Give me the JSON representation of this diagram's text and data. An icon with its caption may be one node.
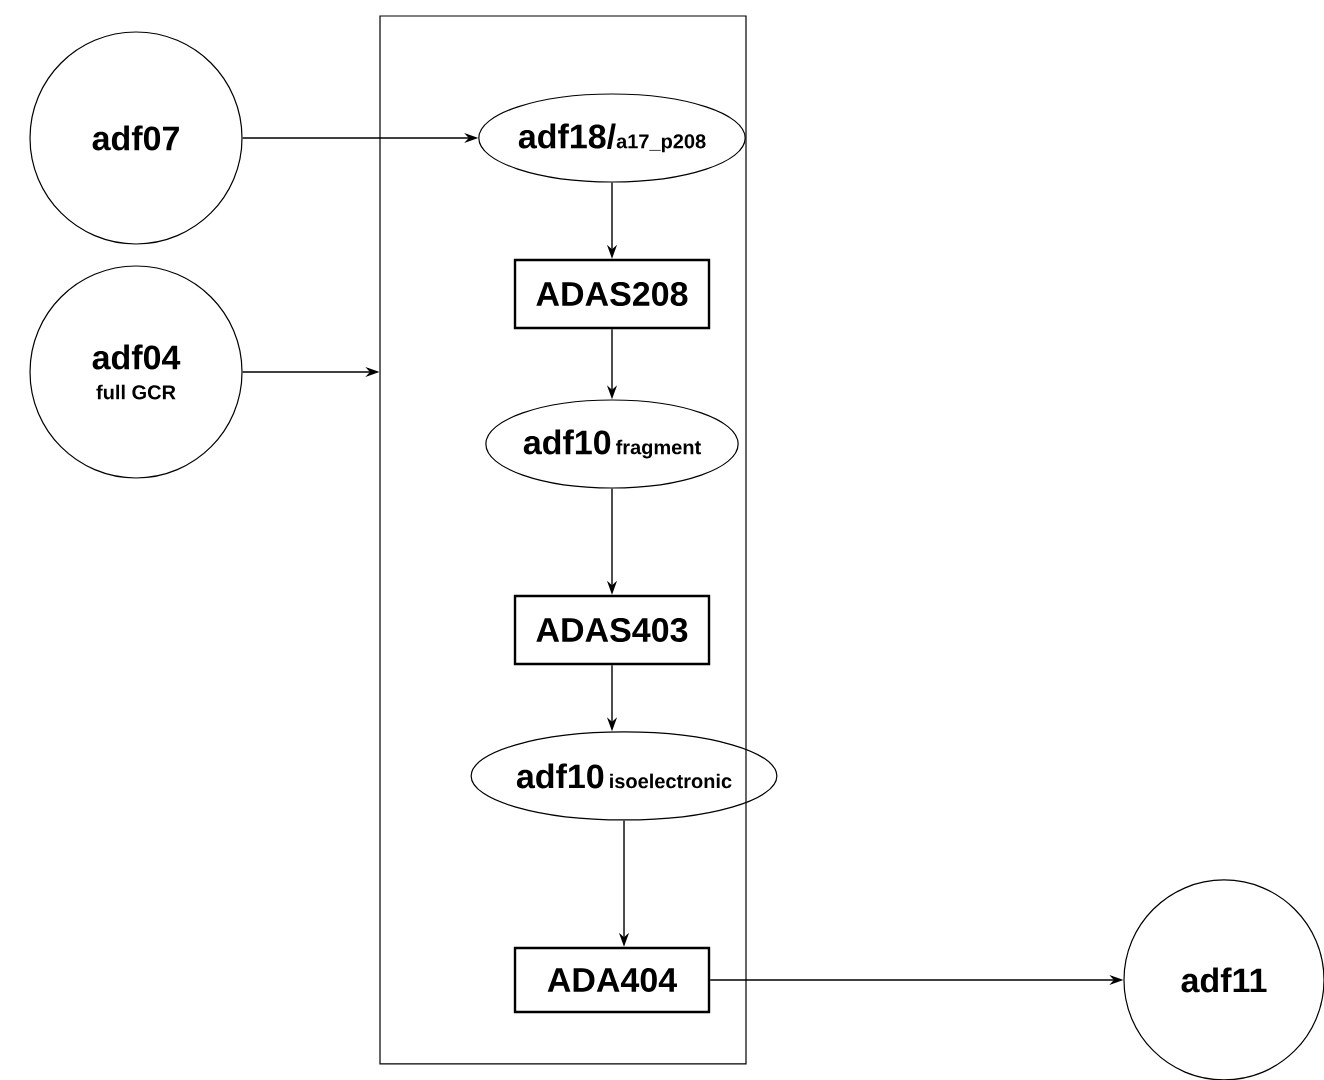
{
  "diagram": {
    "nodes": [
      {
        "text": [],
        "shape": "box"
      },
      {
        "text": [
          "adf07"
        ]
      },
      {
        "text": [
          "adf04",
          "full GCR"
        ]
      },
      {
        "text": [
          "adf18/",
          "a17_p208"
        ],
        "in": 0
      },
      {
        "text": [
          "ADAS208"
        ],
        "in": 0
      },
      {
        "text": [
          "adf10",
          "fragment"
        ],
        "in": 0
      },
      {
        "text": [
          "ADAS403"
        ],
        "in": 0
      },
      {
        "text": [
          "adf10",
          "isoelectronic"
        ],
        "in": 0
      },
      {
        "text": [
          "ADA404"
        ],
        "in": 0
      },
      {
        "text": [
          "adf11"
        ]
      }
    ],
    "edges": [
      {
        "from": 1,
        "to": 3,
        "arrow": "to"
      },
      {
        "from": 2,
        "to": 0,
        "arrow": "to"
      },
      {
        "from": 3,
        "to": 4,
        "arrow": "to"
      },
      {
        "from": 4,
        "to": 5,
        "arrow": "to"
      },
      {
        "from": 5,
        "to": 6,
        "arrow": "to"
      },
      {
        "from": 6,
        "to": 7,
        "arrow": "to"
      },
      {
        "from": 7,
        "to": 8,
        "arrow": "to"
      },
      {
        "from": 8,
        "to": 9,
        "arrow": "to"
      }
    ]
  }
}
